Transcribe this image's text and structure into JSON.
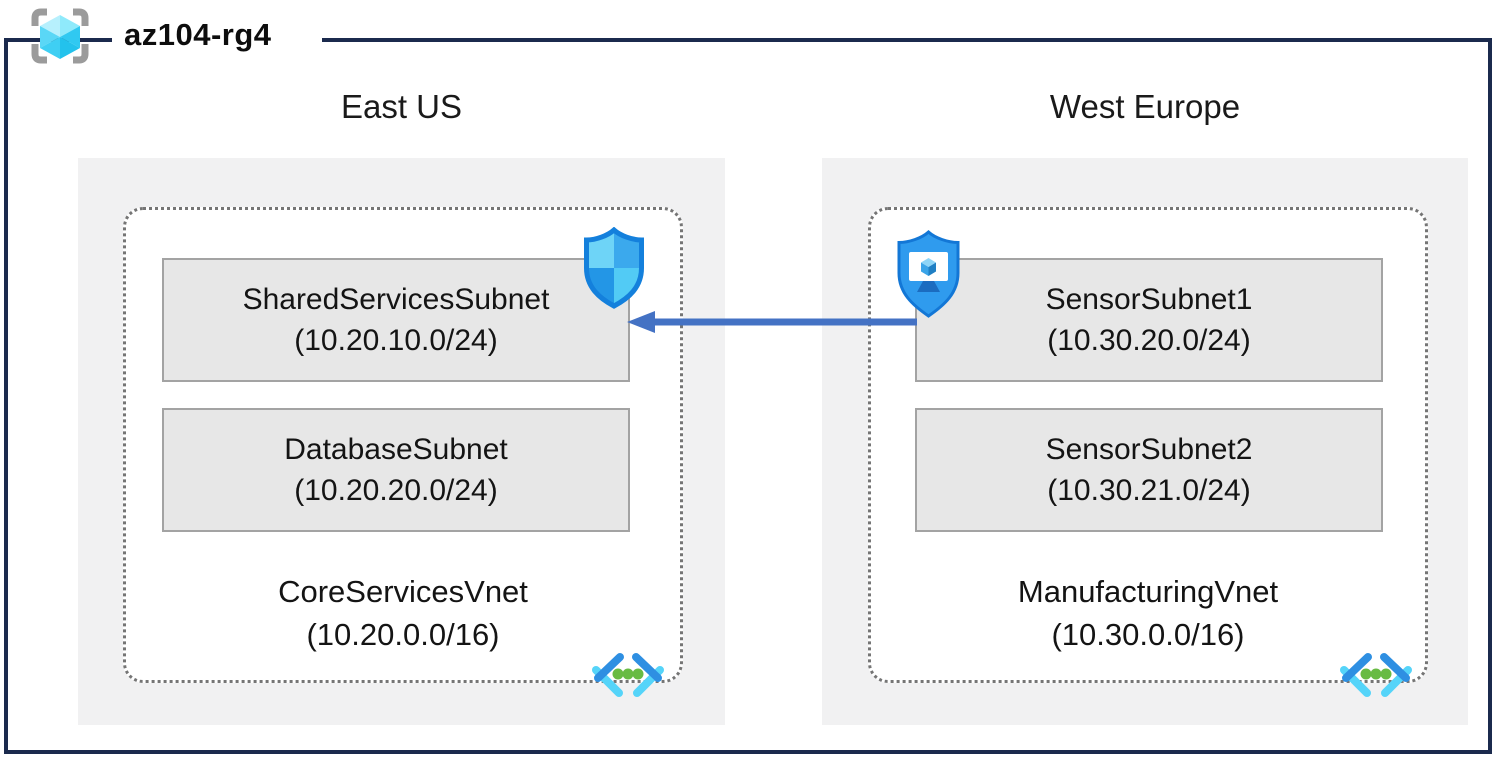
{
  "resource_group": {
    "label": "az104-rg4"
  },
  "regions": [
    {
      "name": "East US",
      "vnet_name": "CoreServicesVnet",
      "vnet_cidr": "(10.20.0.0/16)",
      "subnets": [
        {
          "name": "SharedServicesSubnet",
          "cidr": "(10.20.10.0/24)",
          "badge_icon": "network-security-group-icon"
        },
        {
          "name": "DatabaseSubnet",
          "cidr": "(10.20.20.0/24)",
          "badge_icon": ""
        }
      ]
    },
    {
      "name": "West Europe",
      "vnet_name": "ManufacturingVnet",
      "vnet_cidr": "(10.30.0.0/16)",
      "subnets": [
        {
          "name": "SensorSubnet1",
          "cidr": "(10.30.20.0/24)",
          "badge_icon": "application-security-group-icon"
        },
        {
          "name": "SensorSubnet2",
          "cidr": "(10.30.21.0/24)",
          "badge_icon": ""
        }
      ]
    }
  ],
  "connection": {
    "from": "SensorSubnet1",
    "to": "SharedServicesSubnet",
    "arrow_direction": "left",
    "color": "#4472c4"
  },
  "icons": {
    "header": "resource-group-icon",
    "vnet_corner": "virtual-network-icon"
  },
  "colors": {
    "frame": "#1b2a4d",
    "region_fill": "#f1f1f2",
    "vnet_fill": "#ffffff",
    "dotted_border": "#757575",
    "subnet_fill": "#e7e7e7",
    "subnet_border": "#a3a3a3",
    "arrow": "#4472c4",
    "shield_outline": "#1480dc",
    "cube_cyan": "#50d6f5",
    "dots_green": "#68bb43"
  }
}
